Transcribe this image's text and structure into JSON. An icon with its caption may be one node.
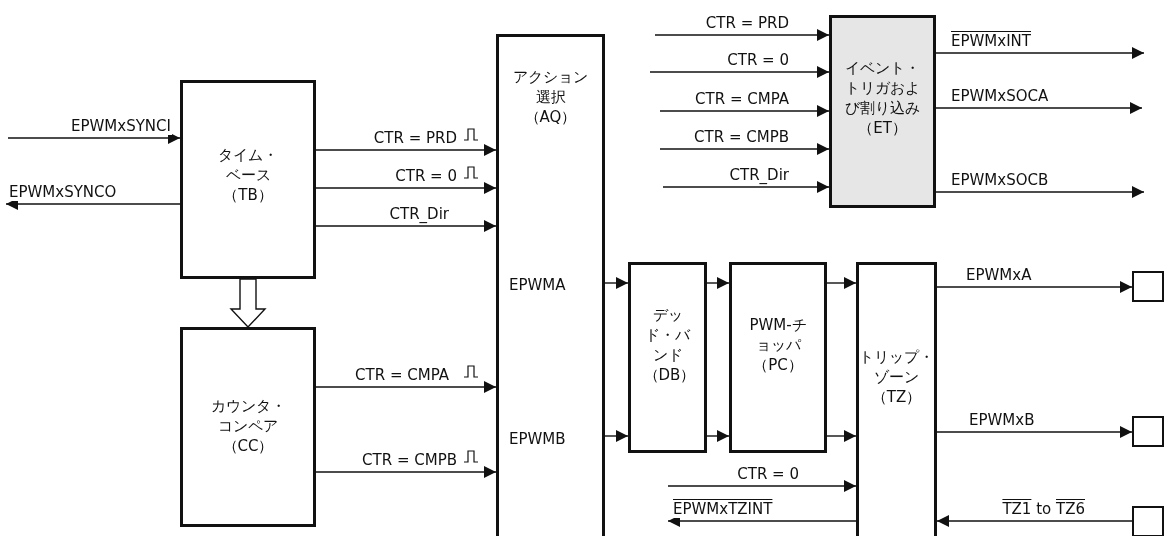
{
  "diagram": {
    "nodes": [
      {
        "text": [
          "タイム・ベース（TB）"
        ]
      },
      {
        "text": [
          "カウンタ・コンペア（CC）"
        ]
      },
      {
        "text": [
          "アクション選択（AQ）",
          "EPWMA",
          "EPWMB"
        ]
      },
      {
        "text": [
          "イベント・トリガおよび割り込み（ET）"
        ]
      },
      {
        "text": [
          "デッド・バンド（DB）"
        ]
      },
      {
        "text": [
          "PWM-チョッパ（PC）"
        ]
      },
      {
        "text": [
          "トリップ・ゾーン（TZ）"
        ]
      },
      {
        "text": [],
        "shape": "box"
      },
      {
        "text": [],
        "shape": "box"
      },
      {
        "text": [],
        "shape": "box"
      }
    ],
    "edges": [
      {
        "from": null,
        "to": 0,
        "arrow": "to",
        "label": "EPWMxSYNCI"
      },
      {
        "from": 0,
        "to": null,
        "arrow": "to",
        "label": "EPWMxSYNCO"
      },
      {
        "from": 0,
        "to": 2,
        "arrow": "to",
        "label": "CTR = PRD"
      },
      {
        "from": 0,
        "to": 2,
        "arrow": "to",
        "label": "CTR = 0"
      },
      {
        "from": 0,
        "to": 2,
        "arrow": "to",
        "label": "CTR_Dir"
      },
      {
        "from": 0,
        "to": 1,
        "arrow": "to",
        "style": "thick"
      },
      {
        "from": 1,
        "to": 2,
        "arrow": "to",
        "label": "CTR = CMPA"
      },
      {
        "from": 1,
        "to": 2,
        "arrow": "to",
        "label": "CTR = CMPB"
      },
      {
        "from": null,
        "to": 3,
        "arrow": "to",
        "label": "CTR = PRD"
      },
      {
        "from": null,
        "to": 3,
        "arrow": "to",
        "label": "CTR = 0"
      },
      {
        "from": null,
        "to": 3,
        "arrow": "to",
        "label": "CTR = CMPA"
      },
      {
        "from": null,
        "to": 3,
        "arrow": "to",
        "label": "CTR = CMPB"
      },
      {
        "from": null,
        "to": 3,
        "arrow": "to",
        "label": "CTR_Dir"
      },
      {
        "from": 3,
        "to": null,
        "arrow": "to",
        "label": "EPWMxINT"
      },
      {
        "from": 3,
        "to": null,
        "arrow": "to",
        "label": "EPWMxSOCA"
      },
      {
        "from": 3,
        "to": null,
        "arrow": "to",
        "label": "EPWMxSOCB"
      },
      {
        "from": 2,
        "to": 4,
        "arrow": "to"
      },
      {
        "from": 2,
        "to": 4,
        "arrow": "to"
      },
      {
        "from": 4,
        "to": 5,
        "arrow": "to"
      },
      {
        "from": 4,
        "to": 5,
        "arrow": "to"
      },
      {
        "from": 5,
        "to": 6,
        "arrow": "to"
      },
      {
        "from": 5,
        "to": 6,
        "arrow": "to"
      },
      {
        "from": 6,
        "to": 7,
        "arrow": "to",
        "label": "EPWMxA"
      },
      {
        "from": 6,
        "to": 8,
        "arrow": "to",
        "label": "EPWMxB"
      },
      {
        "from": null,
        "to": 6,
        "arrow": "to",
        "label": "CTR = 0"
      },
      {
        "from": 6,
        "to": null,
        "arrow": "to",
        "label": "EPWMxTZINT"
      },
      {
        "from": 9,
        "to": 6,
        "arrow": "to",
        "label": "TZ1 to TZ6"
      }
    ]
  }
}
